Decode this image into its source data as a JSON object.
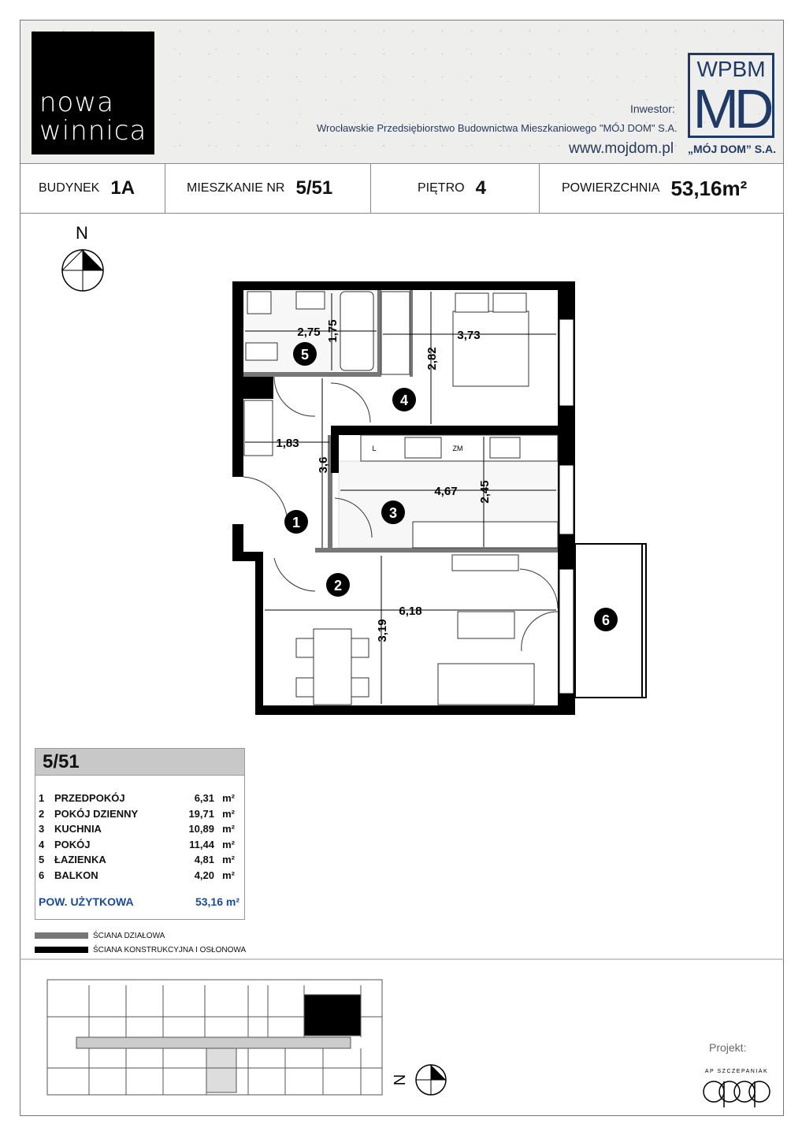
{
  "brand": {
    "line1": "nowa",
    "line2": "winnica"
  },
  "investor": {
    "label": "Inwestor:",
    "company": "Wrocławskie Przedsiębiorstwo Budownictwa Mieszkaniowego \"MÓJ DOM\" S.A.",
    "website": "www.mojdom.pl",
    "logo_top": "WPBM",
    "logo_mid": "MD",
    "logo_bottom": "„MÓJ DOM” S.A."
  },
  "info": {
    "building_label": "BUDYNEK",
    "building": "1A",
    "apartment_label": "MIESZKANIE NR",
    "apartment": "5/51",
    "floor_label": "PIĘTRO",
    "floor": "4",
    "area_label": "POWIERZCHNIA",
    "area": "53,16m²"
  },
  "compass": {
    "north": "N"
  },
  "plan": {
    "rooms": [
      "1",
      "2",
      "3",
      "4",
      "5",
      "6"
    ],
    "dimensions": {
      "d275": "2,75",
      "d175": "1,75",
      "d373": "3,73",
      "d282": "2,82",
      "d183": "1,83",
      "d36": "3,6",
      "d467": "4,67",
      "d245": "2,45",
      "d618": "6,18",
      "d319": "3,19"
    },
    "kitchen_labels": {
      "l": "L",
      "zm": "ZM"
    }
  },
  "summary": {
    "title": "5/51",
    "rooms": [
      {
        "no": "1",
        "name": "PRZEDPOKÓJ",
        "area": "6,31",
        "unit": "m²"
      },
      {
        "no": "2",
        "name": "POKÓJ DZIENNY",
        "area": "19,71",
        "unit": "m²"
      },
      {
        "no": "3",
        "name": "KUCHNIA",
        "area": "10,89",
        "unit": "m²"
      },
      {
        "no": "4",
        "name": "POKÓJ",
        "area": "11,44",
        "unit": "m²"
      },
      {
        "no": "5",
        "name": "ŁAZIENKA",
        "area": "4,81",
        "unit": "m²"
      },
      {
        "no": "6",
        "name": "BALKON",
        "area": "4,20",
        "unit": "m²"
      }
    ],
    "total_label": "POW. UŻYTKOWA",
    "total": "53,16 m²"
  },
  "legend": {
    "partition": "ŚCIANA DZIAŁOWA",
    "structural": "ŚCIANA KONSTRUKCYJNA I OSŁONOWA"
  },
  "project": {
    "label": "Projekt:",
    "architect": "AP SZCZEPANIAK",
    "mark": "apap"
  },
  "colors": {
    "accent": "#1f3a66",
    "total": "#1a4a9a",
    "wall": "#000000",
    "partition": "#777777"
  }
}
